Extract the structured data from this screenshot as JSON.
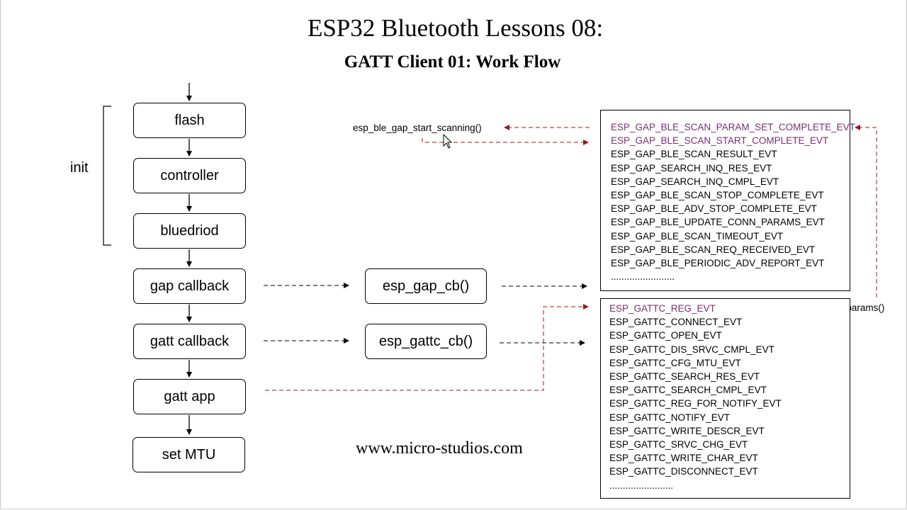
{
  "title": "ESP32 Bluetooth Lessons 08:",
  "subtitle": "GATT Client 01: Work Flow",
  "init_label": "init",
  "flow_steps": [
    "flash",
    "controller",
    "bluedriod",
    "gap callback",
    "gatt callback",
    "gatt app",
    "set MTU"
  ],
  "callbacks": {
    "gap": "esp_gap_cb()",
    "gattc": "esp_gattc_cb()"
  },
  "gap_call": "esp_ble_gap_start_scanning()",
  "gattc_call": "esp_ble_gap_set_scan_params()",
  "gap_events": [
    "ESP_GAP_BLE_SCAN_PARAM_SET_COMPLETE_EVT",
    "ESP_GAP_BLE_SCAN_START_COMPLETE_EVT",
    "ESP_GAP_BLE_SCAN_RESULT_EVT",
    "ESP_GAP_SEARCH_INQ_RES_EVT",
    "ESP_GAP_SEARCH_INQ_CMPL_EVT",
    "ESP_GAP_BLE_SCAN_STOP_COMPLETE_EVT",
    "ESP_GAP_BLE_ADV_STOP_COMPLETE_EVT",
    "ESP_GAP_BLE_UPDATE_CONN_PARAMS_EVT",
    "ESP_GAP_BLE_SCAN_TIMEOUT_EVT",
    "ESP_GAP_BLE_SCAN_REQ_RECEIVED_EVT",
    "ESP_GAP_BLE_PERIODIC_ADV_REPORT_EVT",
    "........................"
  ],
  "gattc_events": [
    "ESP_GATTC_REG_EVT",
    "ESP_GATTC_CONNECT_EVT",
    "ESP_GATTC_OPEN_EVT",
    "ESP_GATTC_DIS_SRVC_CMPL_EVT",
    "ESP_GATTC_CFG_MTU_EVT",
    "ESP_GATTC_SEARCH_RES_EVT",
    "ESP_GATTC_SEARCH_CMPL_EVT",
    "ESP_GATTC_REG_FOR_NOTIFY_EVT",
    "ESP_GATTC_NOTIFY_EVT",
    "ESP_GATTC_WRITE_DESCR_EVT",
    "ESP_GATTC_SRVC_CHG_EVT",
    "ESP_GATTC_WRITE_CHAR_EVT",
    "ESP_GATTC_DISCONNECT_EVT",
    "........................"
  ],
  "website": "www.micro-studios.com",
  "colors": {
    "highlight": "#7a2f6e",
    "arrow_red": "#a0141e",
    "border": "#000000"
  }
}
